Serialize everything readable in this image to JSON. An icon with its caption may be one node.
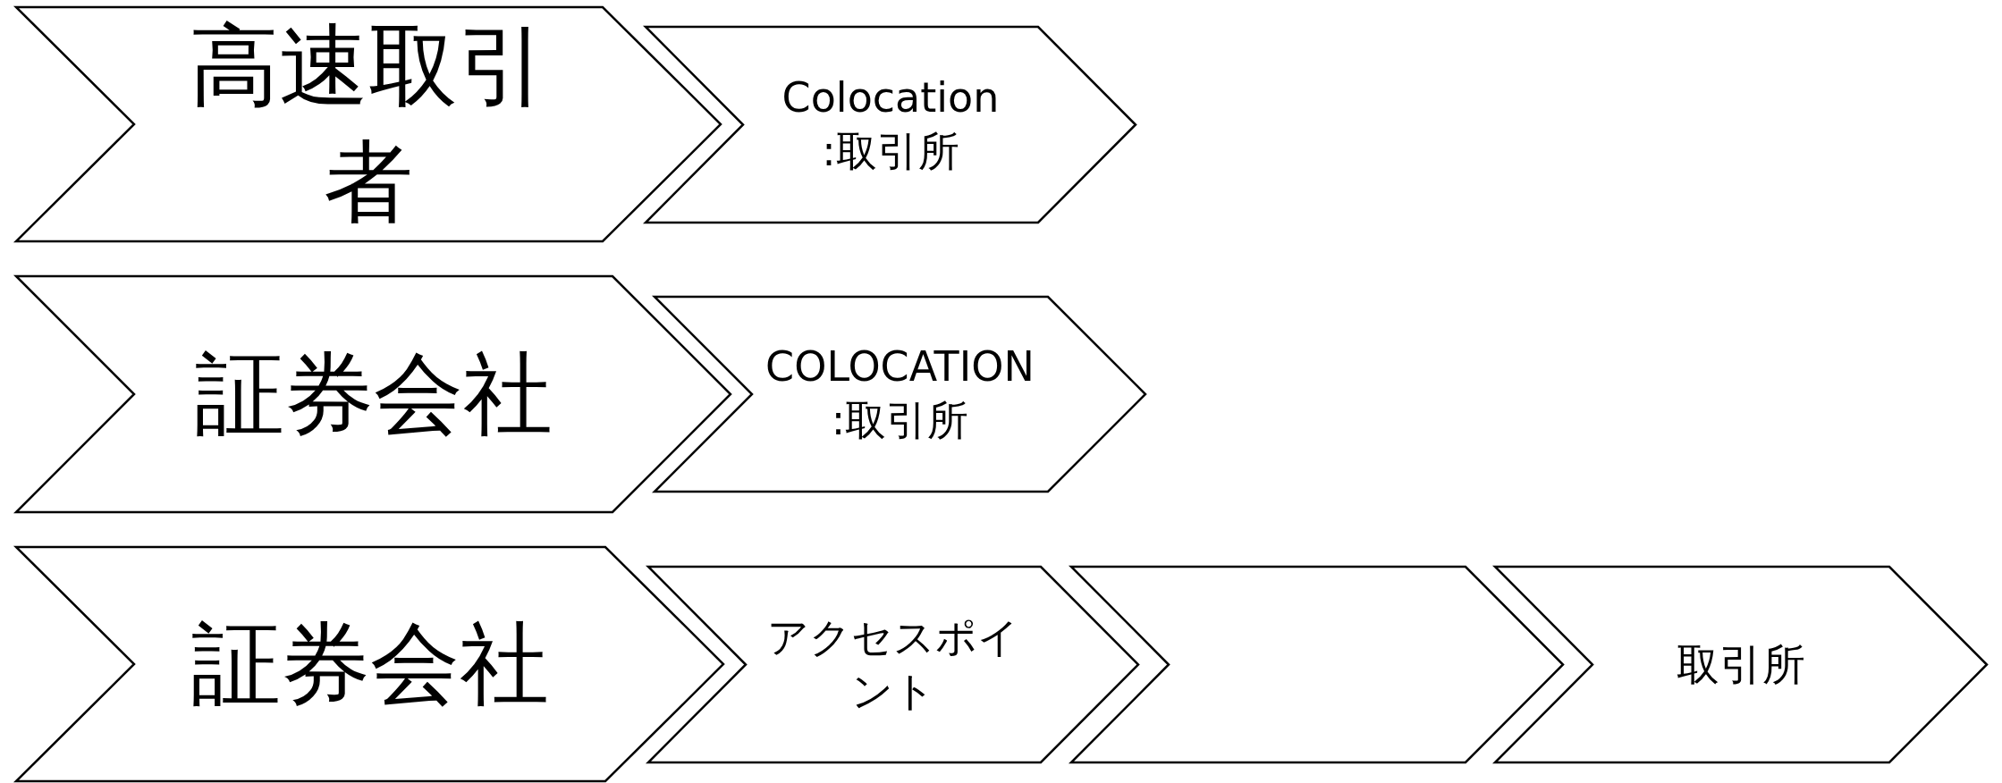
{
  "diagram": {
    "nodes": [
      {
        "text": [
          "高速取引者"
        ]
      },
      {
        "text": [
          "Colocation :取引所"
        ]
      },
      {
        "text": [
          "証券会社"
        ]
      },
      {
        "text": [
          "COLOCATION :取引所"
        ]
      },
      {
        "text": [
          "証券会社"
        ]
      },
      {
        "text": [
          "アクセスポイント"
        ]
      },
      {
        "text": [],
        "shape": "chevron"
      },
      {
        "text": [
          "取引所"
        ]
      }
    ]
  }
}
